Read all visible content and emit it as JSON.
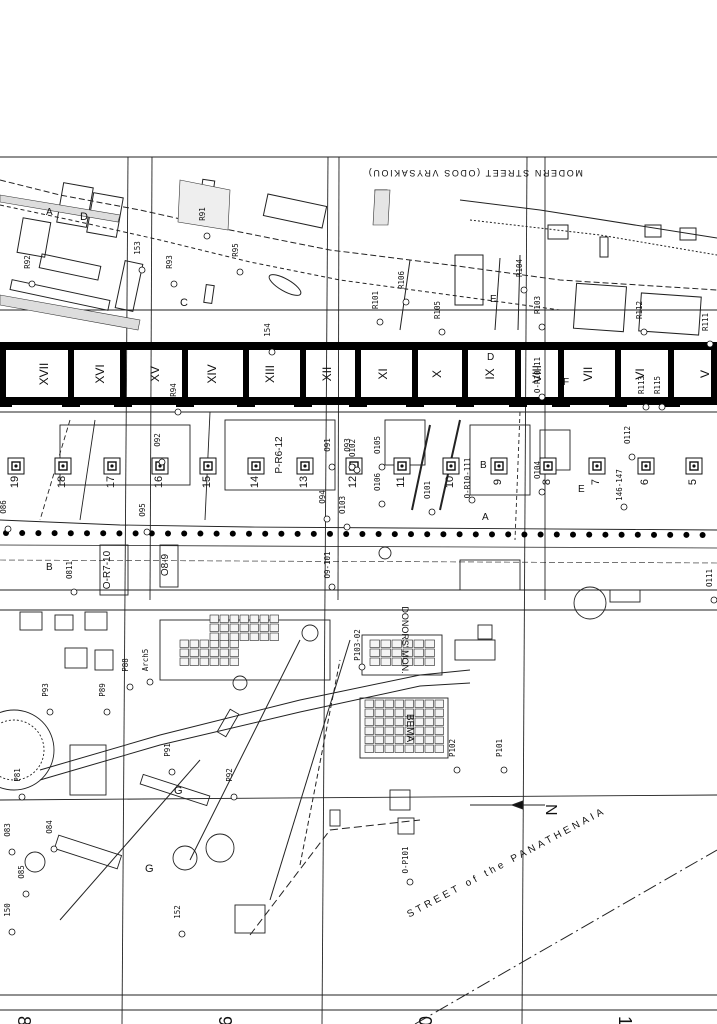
{
  "street_labels": {
    "modern_street": "MODERN STREET (ODOS VRYSAKIOU)",
    "panathenaia": "STREET of the PANATHENAIA"
  },
  "room_numerals": [
    "XVII",
    "XVI",
    "XV",
    "XIV",
    "XIII",
    "XII",
    "XI",
    "X",
    "IX",
    "VIII",
    "VII",
    "VI",
    "V"
  ],
  "column_base_numbers": [
    "19",
    "18",
    "17",
    "16",
    "15",
    "14",
    "13",
    "12",
    "11",
    "10",
    "9",
    "8",
    "7",
    "6",
    "5"
  ],
  "monument_labels": {
    "donors_mon": "DONORS' MON.",
    "bema": "BEMA",
    "p_r6_12": "P-R6-12",
    "o_r7_10": "O-R7-10",
    "o8_9": "O8-9"
  },
  "letters": [
    "A",
    "B",
    "C",
    "D",
    "E",
    "F",
    "G"
  ],
  "north_arrow": "N",
  "grid_numbers": [
    "8",
    "9",
    "0",
    "1"
  ],
  "find_labels": [
    "R92",
    "R93",
    "R91",
    "R95",
    "R101",
    "R106",
    "R105",
    "R104",
    "R103",
    "R112",
    "R111",
    "R94",
    "R113",
    "R115",
    "O92",
    "O91",
    "O93",
    "O94",
    "O95",
    "O102",
    "O103",
    "O105",
    "O106",
    "O101",
    "O104",
    "O112",
    "O111",
    "O811",
    "O9-101",
    "O-R10-111",
    "O-R10-11",
    "P103-02",
    "P102",
    "P101",
    "P91",
    "P92",
    "P93",
    "P88",
    "P89",
    "P81",
    "O83",
    "O84",
    "O85",
    "O86",
    "O-P101",
    "Arch5",
    "152",
    "153",
    "154",
    "146-147",
    "150"
  ]
}
